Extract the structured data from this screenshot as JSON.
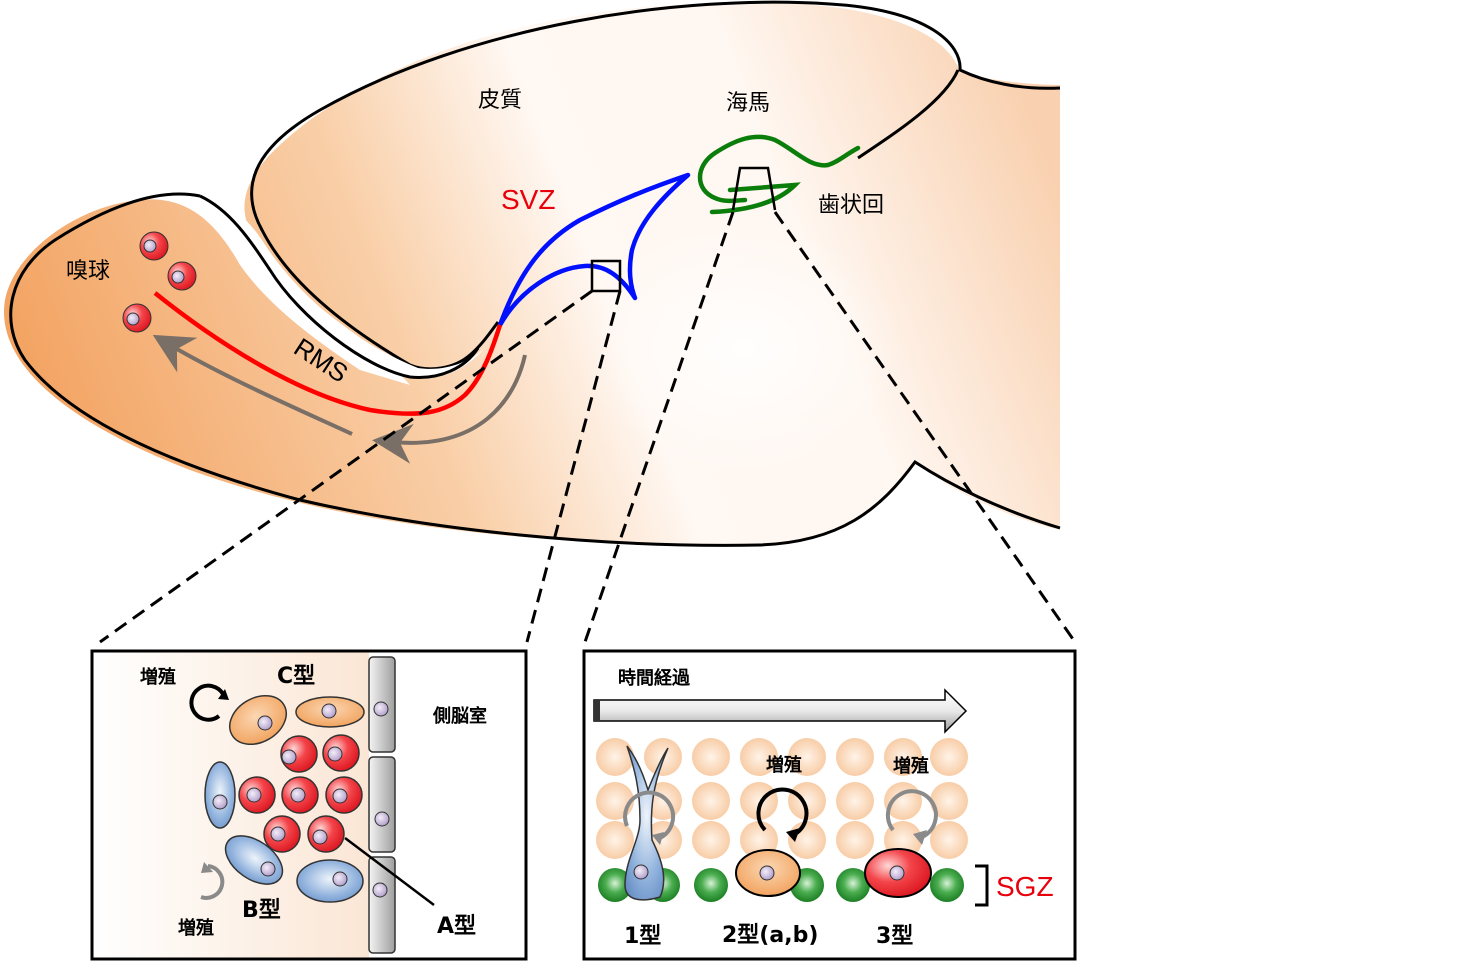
{
  "colors": {
    "svz": "#e8000b",
    "sgz": "#e8000b",
    "rms_path": "#ff0000",
    "svz_line": "#0010ff",
    "dentate_line": "#0a7d0a",
    "type_a_cell": "#ef1f25",
    "type_b_cell": "#6f9ad2",
    "type_c_cell": "#f2a25c",
    "granule_cell": "#f9d3b0",
    "sgz_cell": "#2e9a35",
    "migration_arrow": "#7a6f66"
  },
  "brain": {
    "labels": {
      "cortex": "皮質",
      "hippocampus": "海馬",
      "dentate_gyrus": "歯状回",
      "olfactory_bulb": "嗅球",
      "svz": "SVZ",
      "rms": "RMS"
    }
  },
  "svz_panel": {
    "labels": {
      "proliferation_top": "増殖",
      "type_c": "C型",
      "lateral_ventricle": "側脳室",
      "type_b": "B型",
      "proliferation_bottom": "増殖",
      "type_a": "A型"
    }
  },
  "sgz_panel": {
    "labels": {
      "time_course": "時間経過",
      "proliferation_type2": "増殖",
      "proliferation_type3": "増殖",
      "sgz": "SGZ",
      "type1": "1型",
      "type2": "2型(a,b)",
      "type3": "3型"
    }
  }
}
